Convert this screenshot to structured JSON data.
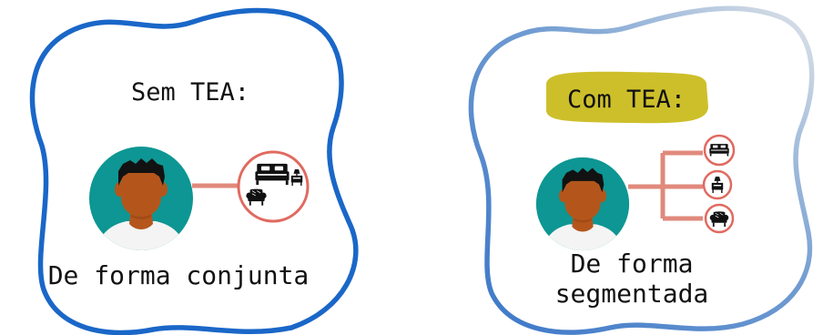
{
  "panels": {
    "left": {
      "title": "Sem TEA:",
      "caption": "De forma conjunta",
      "blob_color": "#1a67c8"
    },
    "right": {
      "title": "Com TEA:",
      "caption_line1": "De forma",
      "caption_line2": "segmentada",
      "blob_gradient": [
        "#3c79c9",
        "#d4dbe4"
      ],
      "highlight_color": "#cdbf2a"
    }
  },
  "colors": {
    "avatar_bg": "#0d9693",
    "skin": "#b4561c",
    "hair": "#121212",
    "shirt": "#f4f4f4",
    "connector": "#e0897c",
    "icon_ring": "#e06a60",
    "icon_fill": "#111111"
  },
  "icons": {
    "left_group": [
      "bed-icon",
      "nightstand-icon",
      "armchair-icon"
    ],
    "right_items": [
      "bed-icon",
      "nightstand-icon",
      "armchair-icon"
    ]
  }
}
